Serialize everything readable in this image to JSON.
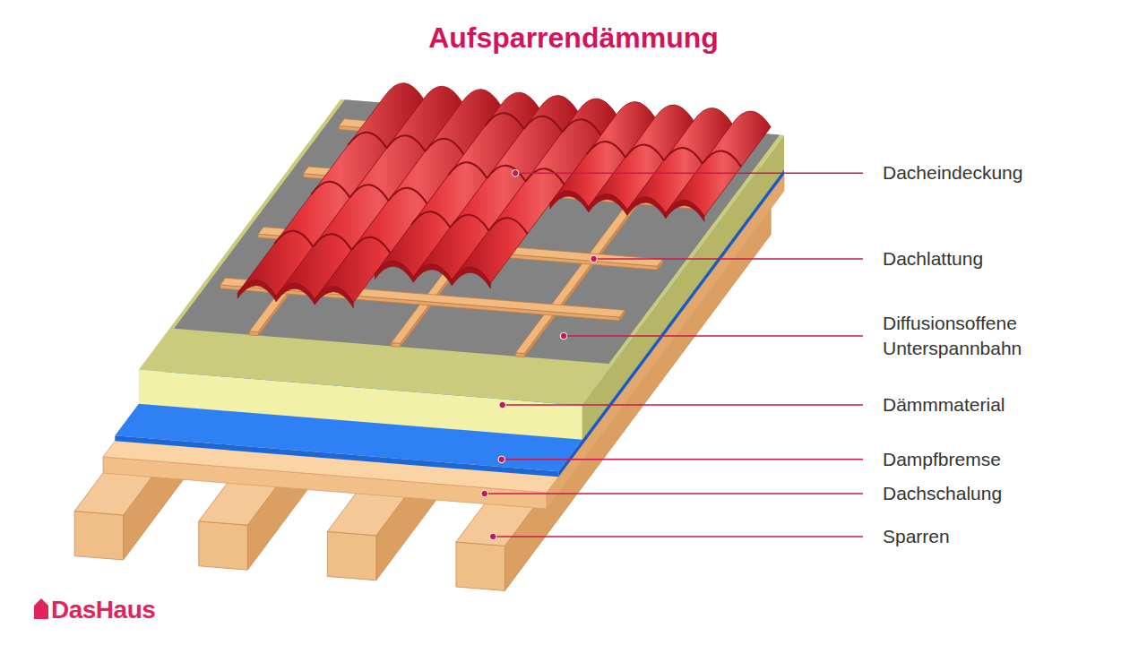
{
  "diagram": {
    "title": "Aufsparrendämmung",
    "labels": [
      "Dacheindeckung",
      "Dachlattung",
      "Diffusionsoffene Unterspannbahn",
      "Dämmmaterial",
      "Dampfbremse",
      "Dachschalung",
      "Sparren",
      "DasHaus"
    ]
  }
}
